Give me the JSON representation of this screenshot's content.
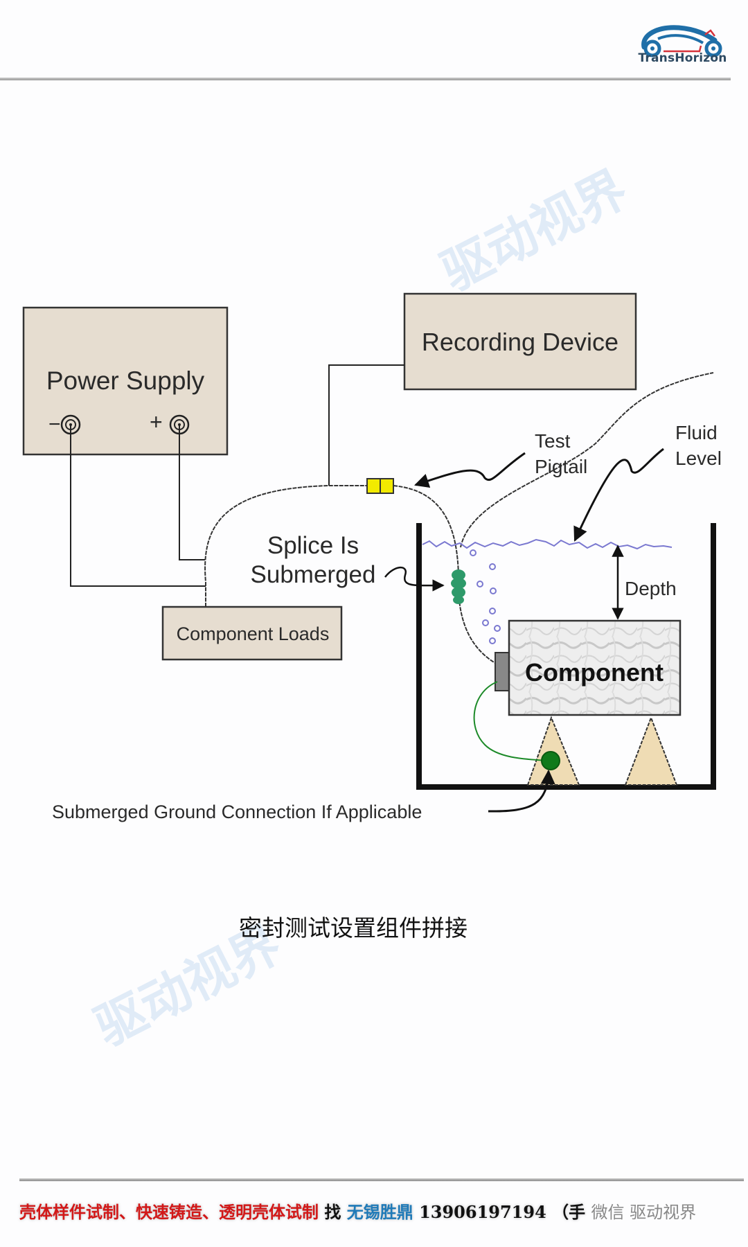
{
  "brand": {
    "name": "TransHorizon",
    "logo_icon": "car-swirl-logo-icon",
    "colors": {
      "blue": "#1f6fa8",
      "red": "#d6323a"
    }
  },
  "watermark": {
    "text": "驱动视界"
  },
  "diagram": {
    "power_supply": {
      "label": "Power Supply",
      "negative": "−",
      "positive": "+"
    },
    "recording_device": {
      "label": "Recording Device"
    },
    "component_loads": {
      "label": "Component Loads"
    },
    "splice_label": {
      "line1": "Splice Is",
      "line2": "Submerged"
    },
    "test_pigtail": {
      "line1": "Test",
      "line2": "Pigtail"
    },
    "fluid_level": {
      "line1": "Fluid",
      "line2": "Level"
    },
    "depth": {
      "label": "Depth"
    },
    "component": {
      "label": "Component"
    },
    "ground_label": "Submerged Ground Connection If Applicable",
    "colors": {
      "box_fill": "#e6ddd0",
      "connector": "#f2ea00",
      "splice": "#2e9a6a",
      "fluid": "#7a78d0",
      "ground": "#0f7a1a",
      "stand": "#efdcb4"
    }
  },
  "caption": "密封测试设置组件拼接",
  "footer": {
    "services": "壳体样件试制、快速铸造、透明壳体试制",
    "find": "找",
    "company": "无锡胜鼎",
    "phone": "13906197194",
    "paren": "（手",
    "account": "微信 驱动视界"
  }
}
